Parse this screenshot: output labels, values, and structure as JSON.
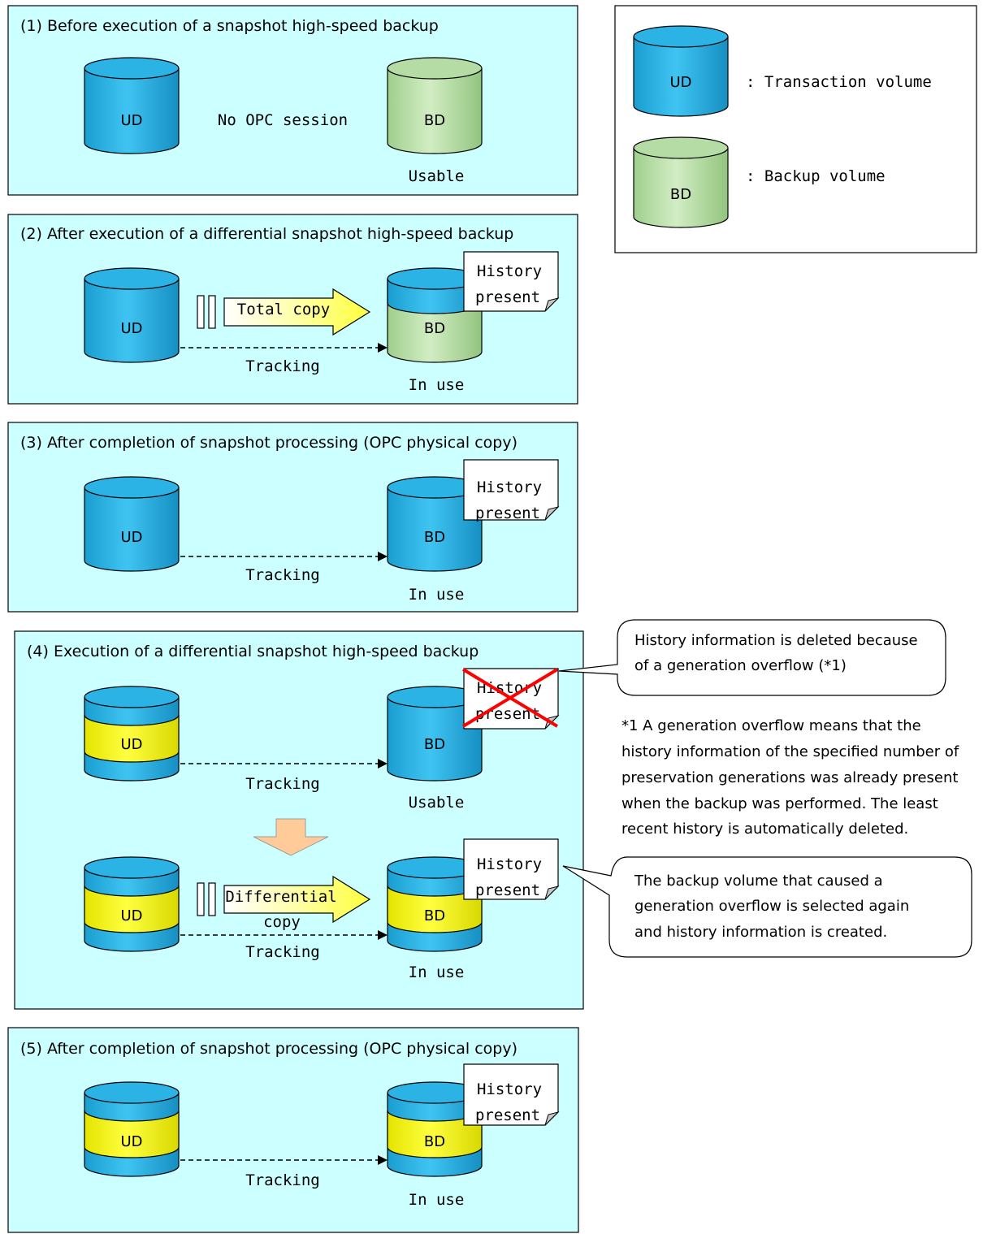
{
  "colors": {
    "panel_fill": "#ccffff",
    "cylinder_blue": "#2bb3e6",
    "cylinder_green": "#b5dca5",
    "band_yellow": "#f4f408",
    "arrow_yellow": "#ffff66",
    "down_arrow": "#ffcc99",
    "cross_red": "#ff0000"
  },
  "legend": {
    "ud_label": "UD",
    "ud_desc": ": Transaction volume",
    "bd_label": "BD",
    "bd_desc": ": Backup volume"
  },
  "panels": [
    {
      "title": "(1)  Before execution of a snapshot high-speed backup",
      "source_label": "UD",
      "middle_label": "No OPC session",
      "target_label": "BD",
      "status": "Usable"
    },
    {
      "title": "(2)  After execution of a differential snapshot high-speed backup",
      "source_label": "UD",
      "copy_label": "Total copy",
      "tracking": "Tracking",
      "target_label": "BD",
      "status": "In use",
      "note_line1": "History",
      "note_line2": "present"
    },
    {
      "title": "(3)  After completion of snapshot processing (OPC physical copy)",
      "source_label": "UD",
      "tracking": "Tracking",
      "target_label": "BD",
      "status": "In use",
      "note_line1": "History",
      "note_line2": "present"
    },
    {
      "title": "(4)  Execution of a differential snapshot high-speed backup",
      "upper": {
        "source_label": "UD",
        "tracking": "Tracking",
        "target_label": "BD",
        "status": "Usable",
        "note_line1": "History",
        "note_line2": "present"
      },
      "lower": {
        "source_label": "UD",
        "copy_line1": "Differential",
        "copy_line2": "copy",
        "tracking": "Tracking",
        "target_label": "BD",
        "status": "In use",
        "note_line1": "History",
        "note_line2": "present"
      }
    },
    {
      "title": "(5)  After completion of snapshot processing (OPC physical copy)",
      "source_label": "UD",
      "tracking": "Tracking",
      "target_label": "BD",
      "status": "In use",
      "note_line1": "History",
      "note_line2": "present"
    }
  ],
  "callouts": {
    "deleted": [
      "History information is deleted because",
      "of a generation overflow (*1)"
    ],
    "footnote": [
      "*1  A generation overflow means that the",
      "history information of the specified number of",
      "preservation generations was already present",
      "when the backup was  performed.  The least",
      "recent history is automatically deleted."
    ],
    "reselected": [
      "The backup volume that caused a",
      "generation overflow is selected again",
      "and history information is created."
    ]
  }
}
